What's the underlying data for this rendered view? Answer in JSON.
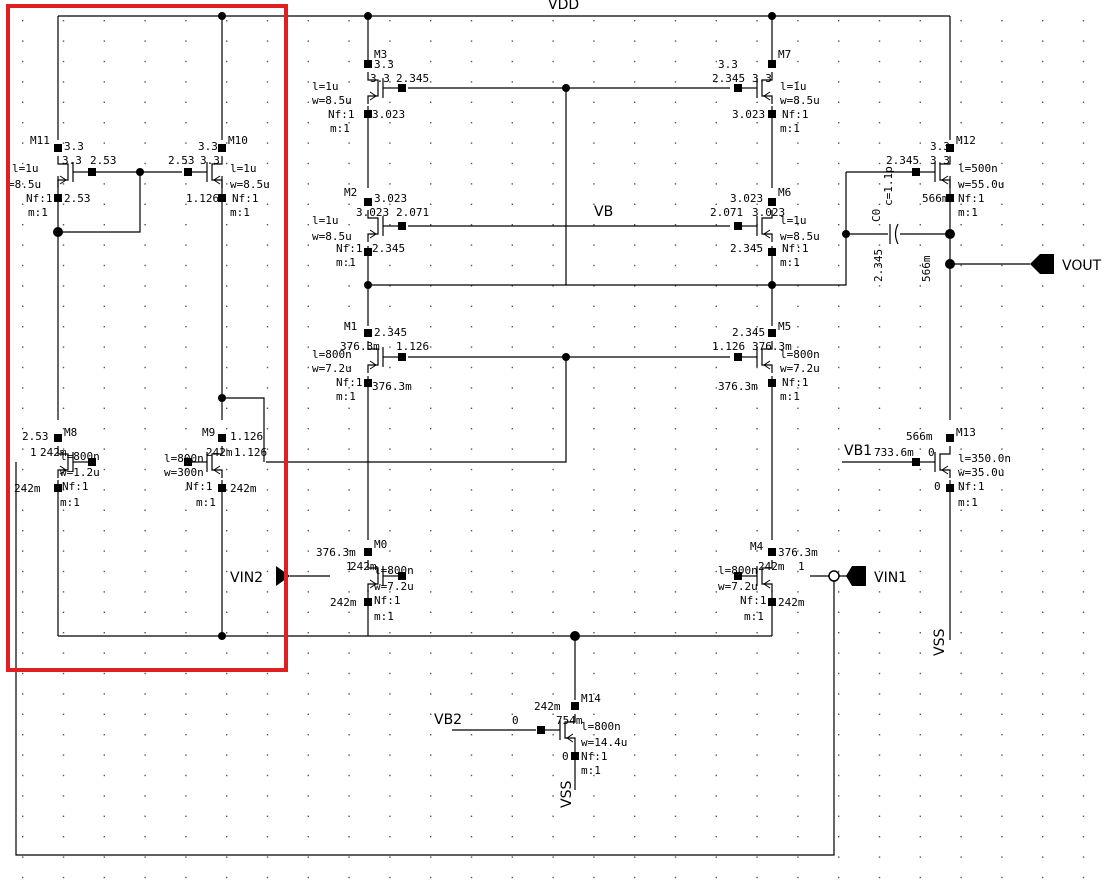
{
  "supply": {
    "vdd": "VDD",
    "vss": [
      "VSS",
      "VSS"
    ]
  },
  "pins": {
    "vout": "VOUT",
    "vin1": "VIN1",
    "vin2": "VIN2",
    "vb1": "VB1",
    "vb2": "VB2",
    "vb": "VB"
  },
  "capacitor": {
    "name": "C0",
    "value": "c=1.1p",
    "node_left": "2.345",
    "node_right": "566m"
  },
  "transistors": [
    {
      "id": "M3",
      "name": "M3",
      "l": "l=1u",
      "w": "w=8.5u",
      "nf": "Nf:1",
      "m": "m:1",
      "nodes": [
        "3.3",
        "3.3",
        "2.345",
        "3.023"
      ]
    },
    {
      "id": "M7",
      "name": "M7",
      "l": "l=1u",
      "w": "w=8.5u",
      "nf": "Nf:1",
      "m": "m:1",
      "nodes": [
        "3.3",
        "3.3",
        "2.345",
        "3.023"
      ]
    },
    {
      "id": "M11",
      "name": "M11",
      "l": "l=1u",
      "w": "=8.5u",
      "nf": "Nf:1",
      "m": "m:1",
      "nodes": [
        "3.3",
        "3.3",
        "2.53",
        "2.53"
      ]
    },
    {
      "id": "M10",
      "name": "M10",
      "l": "l=1u",
      "w": "w=8.5u",
      "nf": "Nf:1",
      "m": "m:1",
      "nodes": [
        "3.3",
        "3.3",
        "2.53",
        "1.126"
      ]
    },
    {
      "id": "M12",
      "name": "M12",
      "l": "l=500n",
      "w": "w=55.0u",
      "nf": "Nf:1",
      "m": "m:1",
      "nodes": [
        "3.3",
        "3.3",
        "2.345",
        "566m"
      ]
    },
    {
      "id": "M2",
      "name": "M2",
      "l": "l=1u",
      "w": "w=8.5u",
      "nf": "Nf:1",
      "m": "m:1",
      "nodes": [
        "3.023",
        "3.023",
        "2.071",
        "2.345"
      ]
    },
    {
      "id": "M6",
      "name": "M6",
      "l": "l=1u",
      "w": "w=8.5u",
      "nf": "Nf:1",
      "m": "m:1",
      "nodes": [
        "3.023",
        "3.023",
        "2.071",
        "2.345"
      ]
    },
    {
      "id": "M1",
      "name": "M1",
      "l": "l=800n",
      "w": "w=7.2u",
      "nf": "Nf:1",
      "m": "m:1",
      "nodes": [
        "2.345",
        "376.3m",
        "1.126",
        "376.3m"
      ]
    },
    {
      "id": "M5",
      "name": "M5",
      "l": "l=800n",
      "w": "w=7.2u",
      "nf": "Nf:1",
      "m": "m:1",
      "nodes": [
        "2.345",
        "376.3m",
        "1.126",
        "376.3m"
      ]
    },
    {
      "id": "M8",
      "name": "M8",
      "l": "l=800n",
      "w": "w=1.2u",
      "nf": "Nf:1",
      "m": "m:1",
      "nodes": [
        "2.53",
        "242m",
        "1",
        "242m"
      ]
    },
    {
      "id": "M9",
      "name": "M9",
      "l": "l=800n",
      "w": "w=300n",
      "nf": "Nf:1",
      "m": "m:1",
      "nodes": [
        "1.126",
        "242m",
        "1.126",
        "242m"
      ]
    },
    {
      "id": "M13",
      "name": "M13",
      "l": "l=350.0n",
      "w": "w=35.0u",
      "nf": "Nf:1",
      "m": "m:1",
      "nodes": [
        "566m",
        "0",
        "733.6m",
        "0"
      ]
    },
    {
      "id": "M0",
      "name": "M0",
      "l": "l=800n",
      "w": "w=7.2u",
      "nf": "Nf:1",
      "m": "m:1",
      "nodes": [
        "376.3m",
        "1",
        "242m",
        "242m"
      ]
    },
    {
      "id": "M4",
      "name": "M4",
      "l": "l=800n",
      "w": "w=7.2u",
      "nf": "Nf:1",
      "m": "m:1",
      "nodes": [
        "376.3m",
        "1",
        "242m",
        "242m"
      ]
    },
    {
      "id": "M14",
      "name": "M14",
      "l": "l=800n",
      "w": "w=14.4u",
      "nf": "Nf:1",
      "m": "m:1",
      "nodes": [
        "242m",
        "754m",
        "0",
        "0"
      ]
    }
  ],
  "highlight": {
    "color": "#e02020"
  }
}
